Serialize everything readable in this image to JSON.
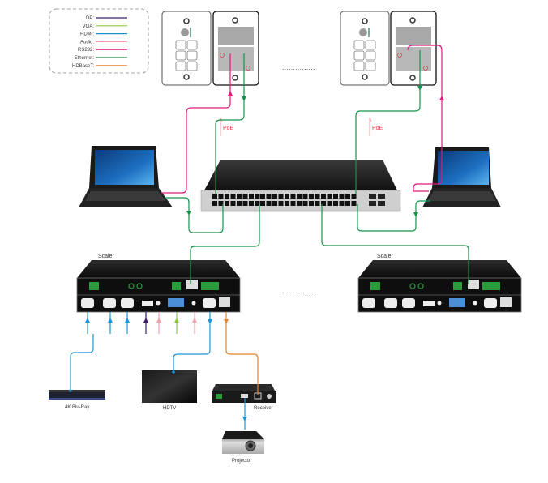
{
  "legend": {
    "items": [
      {
        "label": "DP:",
        "color": "#3d1a6e"
      },
      {
        "label": "VGA:",
        "color": "#8cc63f"
      },
      {
        "label": "HDMI:",
        "color": "#1b95d3"
      },
      {
        "label": "Audio:",
        "color": "#f4a0aa"
      },
      {
        "label": "RS232:",
        "color": "#e0197d"
      },
      {
        "label": "Ethernet:",
        "color": "#14944a"
      },
      {
        "label": "HDBaseT:",
        "color": "#e8832a"
      }
    ]
  },
  "labels": {
    "poe_left": "PoE",
    "poe_right": "PoE",
    "scaler_left": "Scaler",
    "scaler_right": "Scaler",
    "bluray": "4K Blu-Ray",
    "hdtv": "HDTV",
    "receiver": "Receiver",
    "projector": "Projector",
    "ellipsis_top": "...............",
    "ellipsis_bottom": "..............."
  },
  "colors": {
    "dp": "#3d1a6e",
    "vga": "#8cc63f",
    "hdmi": "#1b95d3",
    "audio": "#f4a0aa",
    "rs232": "#e0197d",
    "ethernet": "#14944a",
    "hdbaset": "#e8832a"
  }
}
